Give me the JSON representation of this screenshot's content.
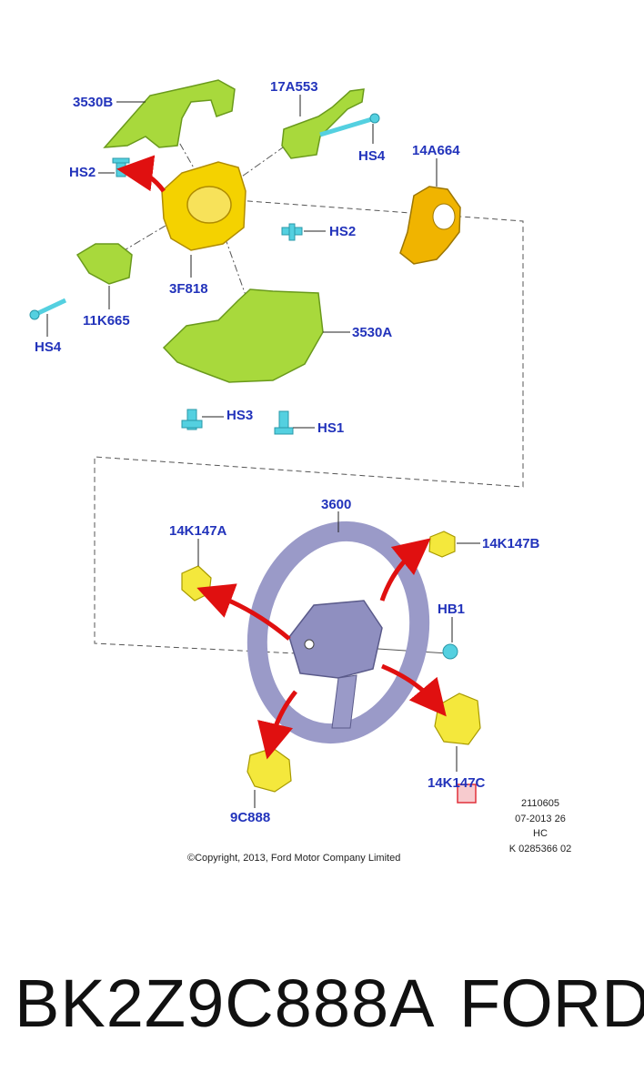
{
  "diagram": {
    "labels": {
      "l3530b": "3530B",
      "l17a553": "17A553",
      "hs4_top": "HS4",
      "hs2_left": "HS2",
      "l14a664": "14A664",
      "hs2_mid": "HS2",
      "l3f818": "3F818",
      "l11k665": "11K665",
      "hs4_left": "HS4",
      "l3530a": "3530A",
      "hs3": "HS3",
      "hs1": "HS1",
      "l3600": "3600",
      "l14k147a": "14K147A",
      "l14k147b": "14K147B",
      "hb1": "HB1",
      "l14k147c": "14K147C",
      "l9c888": "9C888"
    },
    "stamp": [
      "2110605",
      "07-2013 26",
      "HC",
      "K 0285366 02"
    ],
    "copyright": "©Copyright, 2013, Ford Motor Company Limited",
    "colors": {
      "label": "#2233bb",
      "green_part": "#a8d93c",
      "yellow_part": "#f4d200",
      "orange_part": "#f0b400",
      "cyan_fastener": "#54d0e0",
      "wheel": "#9a9ac8",
      "arrow": "#e01010",
      "highlight": "#e0303a"
    }
  },
  "caption": {
    "part_number": "BK2Z9C888A",
    "brand": "FORD"
  }
}
